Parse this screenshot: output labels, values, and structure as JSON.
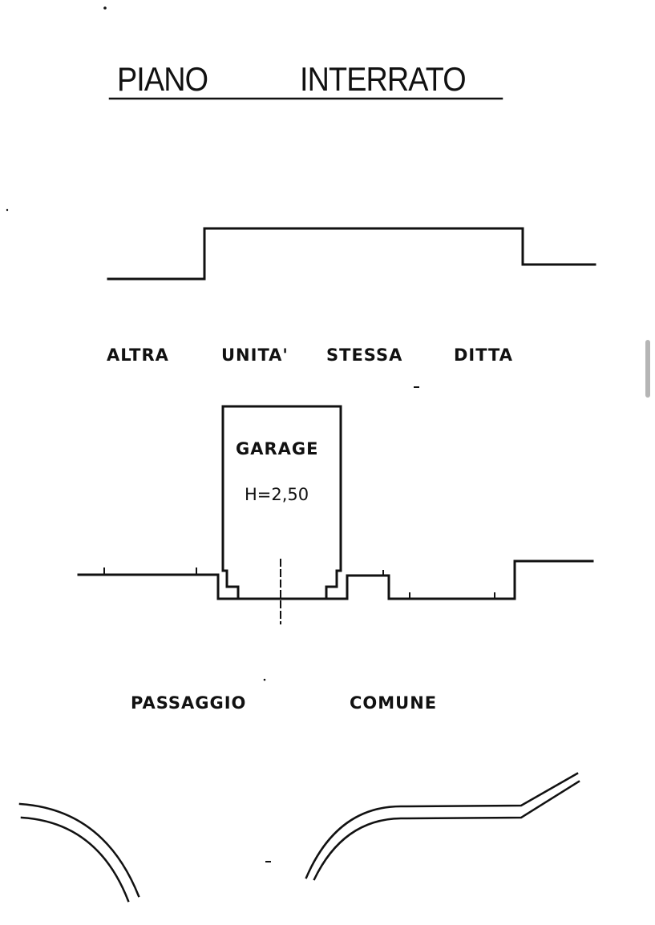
{
  "title": {
    "word1": "PIANO",
    "word2": "INTERRATO"
  },
  "labels": {
    "altra": "ALTRA",
    "unita": "UNITA'",
    "stessa": "STESSA",
    "ditta": "DITTA",
    "garage": "GARAGE",
    "height": "H=2,50",
    "passaggio": "PASSAGGIO",
    "comune": "COMUNE"
  },
  "colors": {
    "ink": "#111111",
    "scrollbar": "#b5b5b5"
  }
}
